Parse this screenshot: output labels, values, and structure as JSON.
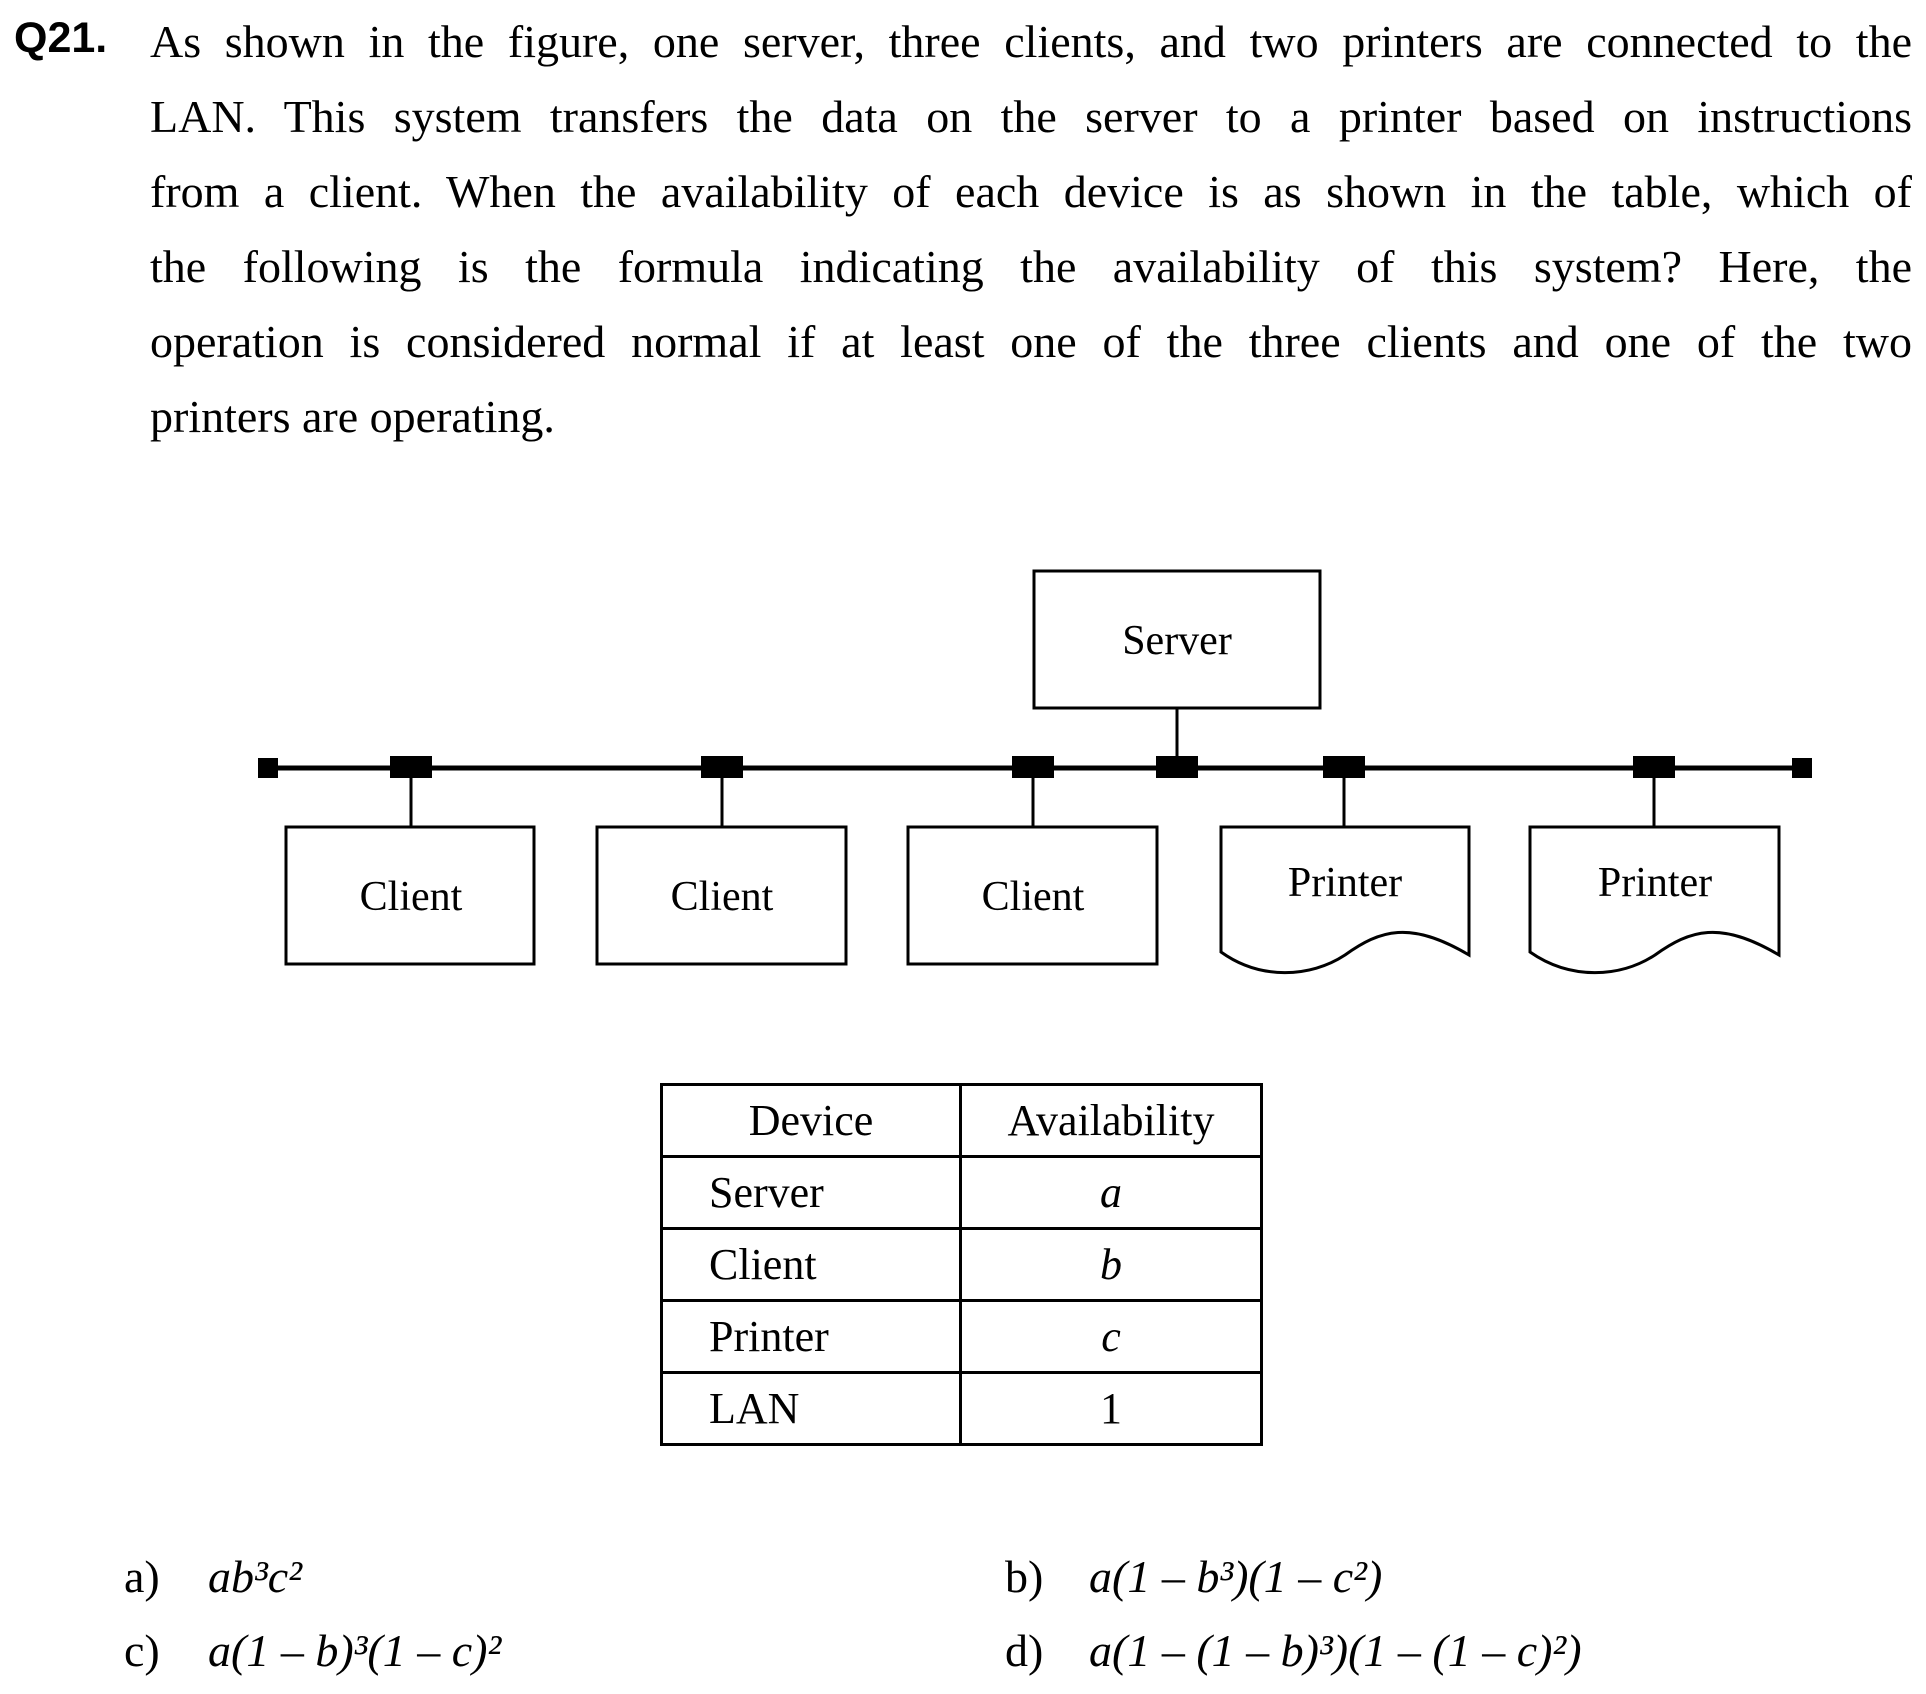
{
  "question": {
    "number": "Q21.",
    "lines": [
      "As shown in the figure, one server, three clients, and two printers are connected to the",
      "LAN.   This system transfers the data on the server to a printer based on instructions",
      "from a client.   When the availability of each device is as shown in the table, which of",
      "the following is the formula indicating the availability of this system?   Here, the",
      "operation is considered normal if at least one of the three clients and one of the two",
      "printers are operating."
    ]
  },
  "diagram": {
    "server_label": "Server",
    "client_labels": [
      "Client",
      "Client",
      "Client"
    ],
    "printer_labels": [
      "Printer",
      "Printer"
    ]
  },
  "table": {
    "headers": [
      "Device",
      "Availability"
    ],
    "rows": [
      {
        "device": "Server",
        "availability": "a"
      },
      {
        "device": "Client",
        "availability": "b"
      },
      {
        "device": "Printer",
        "availability": "c"
      },
      {
        "device": "LAN",
        "availability": "1"
      }
    ]
  },
  "options": [
    {
      "label": "a)",
      "formula": "ab³c²"
    },
    {
      "label": "b)",
      "formula": "a(1 – b³)(1 – c²)"
    },
    {
      "label": "c)",
      "formula": "a(1 – b)³(1 – c)²"
    },
    {
      "label": "d)",
      "formula": "a(1 – (1 – b)³)(1 – (1 – c)²)"
    }
  ]
}
